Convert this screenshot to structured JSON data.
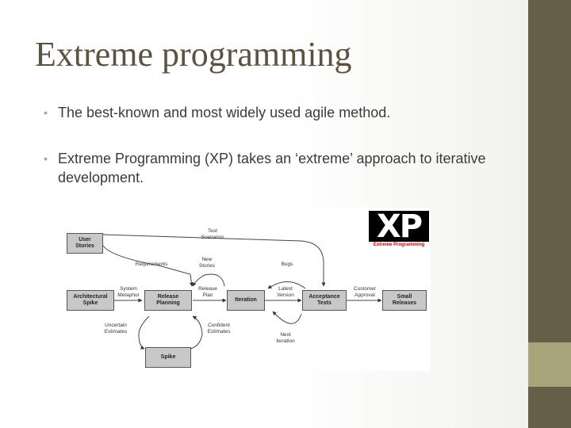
{
  "slide": {
    "title": "Extreme programming",
    "bullets": [
      "The best-known and most widely used agile method.",
      "Extreme Programming (XP) takes an ‘extreme’ approach to iterative development."
    ],
    "colors": {
      "title": "#5a5340",
      "sidebar_dark": "#675e47",
      "sidebar_light": "#a7a47c",
      "bullet_marker": "#a7a47c"
    }
  },
  "logo": {
    "letters": "XP",
    "caption": "Extreme Programming"
  },
  "diagram": {
    "boxes": {
      "user_stories": "User Stories",
      "architectural_spike": "Architectural Spike",
      "release_planning": "Release Planning",
      "iteration": "Iteration",
      "acceptance_tests": "Acceptance Tests",
      "small_releases": "Small Releases",
      "spike": "Spike"
    },
    "labels": {
      "test_scenarios": "Test Scenarios",
      "requirements": "Requirements",
      "new_stories": "New Stories",
      "bugs": "Bugs",
      "system_metaphor": "System Metaphor",
      "release_plan": "Release Plan",
      "latest_version": "Latest Version",
      "customer_approval": "Customer Approval",
      "uncertain_estimates": "Uncertain Estimates",
      "confident_estimates": "Confident Estimates",
      "next_iteration": "Next Iteration"
    }
  }
}
